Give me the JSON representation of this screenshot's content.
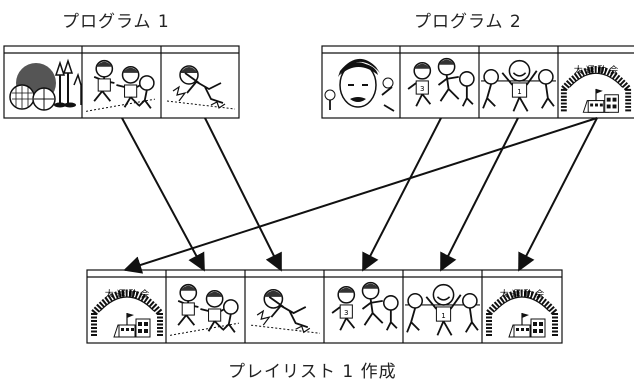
{
  "labels": {
    "program1": "プログラム 1",
    "program2": "プログラム 2",
    "playlist": "プレイリスト 1 作成"
  },
  "sign_text": "大 運 動 会",
  "strips": {
    "program1": [
      "balls-and-cones-scene",
      "boys-running-scene",
      "boy-falling-scene"
    ],
    "program2": [
      "shouting-face-scene",
      "kids-running-scene",
      "kids-finish-scene",
      "sports-day-sign-scene"
    ],
    "playlist": [
      "sports-day-sign-scene",
      "boys-running-scene",
      "boy-falling-scene",
      "kids-running-scene",
      "kids-finish-scene",
      "sports-day-sign-scene"
    ]
  },
  "colors": {
    "ink": "#111111",
    "frame_bg": "#ffffff"
  }
}
